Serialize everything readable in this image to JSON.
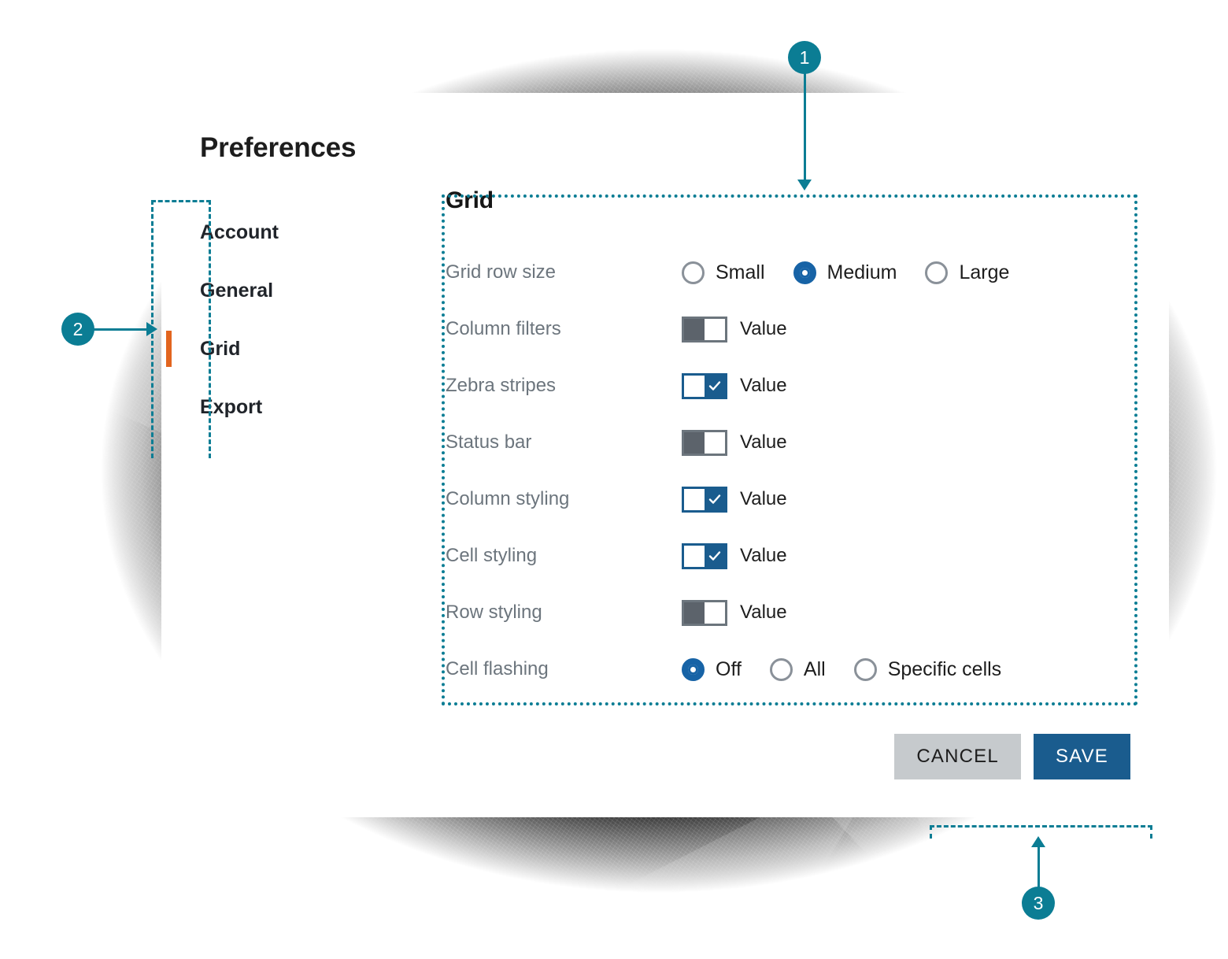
{
  "dialog": {
    "title": "Preferences"
  },
  "sidebar": {
    "items": [
      {
        "label": "Account",
        "active": false
      },
      {
        "label": "General",
        "active": false
      },
      {
        "label": "Grid",
        "active": true
      },
      {
        "label": "Export",
        "active": false
      }
    ]
  },
  "panel": {
    "heading": "Grid",
    "rows": [
      {
        "label": "Grid row size",
        "type": "radio",
        "options": [
          {
            "text": "Small",
            "selected": false
          },
          {
            "text": "Medium",
            "selected": true
          },
          {
            "text": "Large",
            "selected": false
          }
        ]
      },
      {
        "label": "Column filters",
        "type": "toggle",
        "checked": false,
        "value_label": "Value"
      },
      {
        "label": "Zebra stripes",
        "type": "toggle",
        "checked": true,
        "value_label": "Value"
      },
      {
        "label": "Status bar",
        "type": "toggle",
        "checked": false,
        "value_label": "Value"
      },
      {
        "label": "Column styling",
        "type": "toggle",
        "checked": true,
        "value_label": "Value"
      },
      {
        "label": "Cell styling",
        "type": "toggle",
        "checked": true,
        "value_label": "Value"
      },
      {
        "label": "Row styling",
        "type": "toggle",
        "checked": false,
        "value_label": "Value"
      },
      {
        "label": "Cell flashing",
        "type": "radio",
        "options": [
          {
            "text": "Off",
            "selected": true
          },
          {
            "text": "All",
            "selected": false
          },
          {
            "text": "Specific cells",
            "selected": false
          }
        ]
      }
    ]
  },
  "footer": {
    "cancel_label": "CANCEL",
    "save_label": "SAVE"
  },
  "annotations": [
    {
      "number": "1",
      "target": "grid-settings-region"
    },
    {
      "number": "2",
      "target": "sidebar-nav-region"
    },
    {
      "number": "3",
      "target": "dialog-actions-region"
    }
  ],
  "colors": {
    "accent_blue": "#1a5c8e",
    "radio_blue": "#1763a6",
    "active_orange": "#e2651f",
    "annotation_teal": "#0b7d94",
    "label_gray": "#6c757d",
    "cancel_gray": "#c6cacd"
  }
}
